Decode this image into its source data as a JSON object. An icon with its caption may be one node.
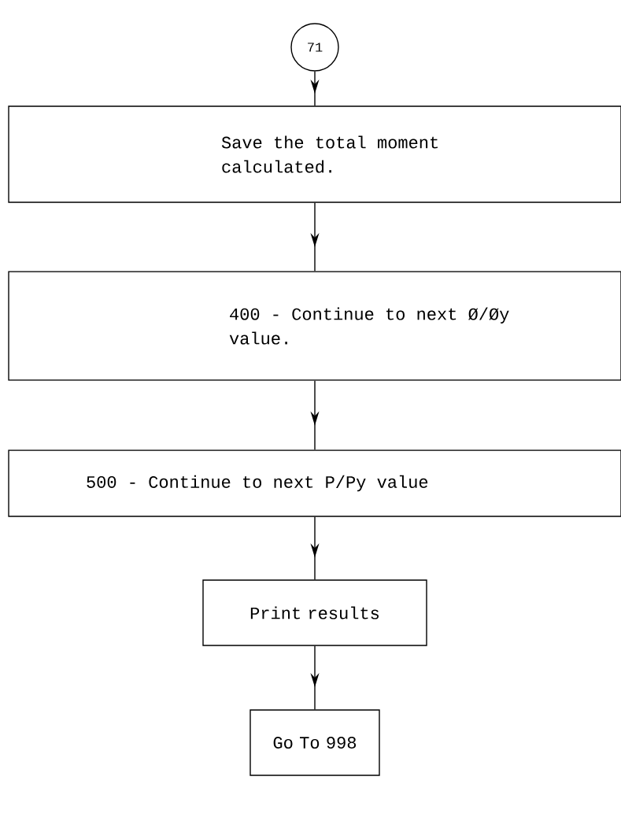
{
  "diagram": {
    "nodes": [
      {
        "text": [
          "71"
        ]
      },
      {
        "text": [
          "Save the total moment calculated."
        ]
      },
      {
        "text": [
          "400 - Continue to next Ø/Øy value."
        ]
      },
      {
        "text": [
          "500 - Continue to next P/Py value"
        ]
      },
      {
        "text": [
          "Print results"
        ]
      },
      {
        "text": [
          "Go To 998"
        ]
      }
    ],
    "edges": [
      {
        "from": 0,
        "to": 1,
        "arrow": "to"
      },
      {
        "from": 1,
        "to": 2,
        "arrow": "to"
      },
      {
        "from": 2,
        "to": 3,
        "arrow": "to"
      },
      {
        "from": 3,
        "to": 4,
        "arrow": "to"
      },
      {
        "from": 4,
        "to": 5,
        "arrow": "to"
      }
    ]
  }
}
